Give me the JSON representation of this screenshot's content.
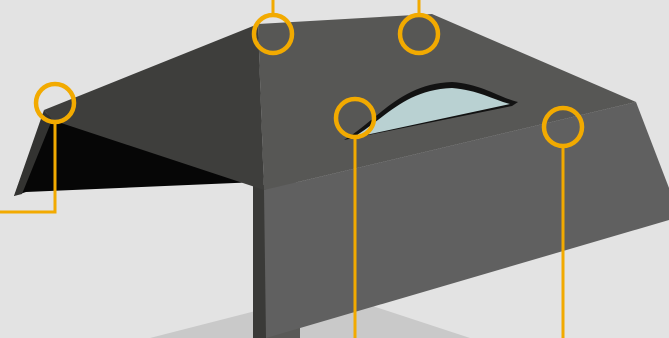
{
  "diagram": {
    "type": "3d-roof-illustration",
    "background_color": "#e3e3e3",
    "colors": {
      "roof_front": "#5f5f5d",
      "roof_top": "#575755",
      "roof_left_slope": "#3e3e3c",
      "roof_left_edge": "#333331",
      "gable_shadow": "#060606",
      "wall_side": "#3a3a38",
      "floor_shadow": "#c9c9c9",
      "skylight_glass": "#b9d1d2",
      "skylight_rim": "#121212",
      "callout": "#f2aa00"
    },
    "callouts": [
      {
        "name": "callout-ridge-left",
        "icon": "ring-marker"
      },
      {
        "name": "callout-ridge-right",
        "icon": "ring-marker"
      },
      {
        "name": "callout-eave-left",
        "icon": "ring-marker"
      },
      {
        "name": "callout-skylight",
        "icon": "ring-marker"
      },
      {
        "name": "callout-roof-right",
        "icon": "ring-marker"
      }
    ]
  }
}
